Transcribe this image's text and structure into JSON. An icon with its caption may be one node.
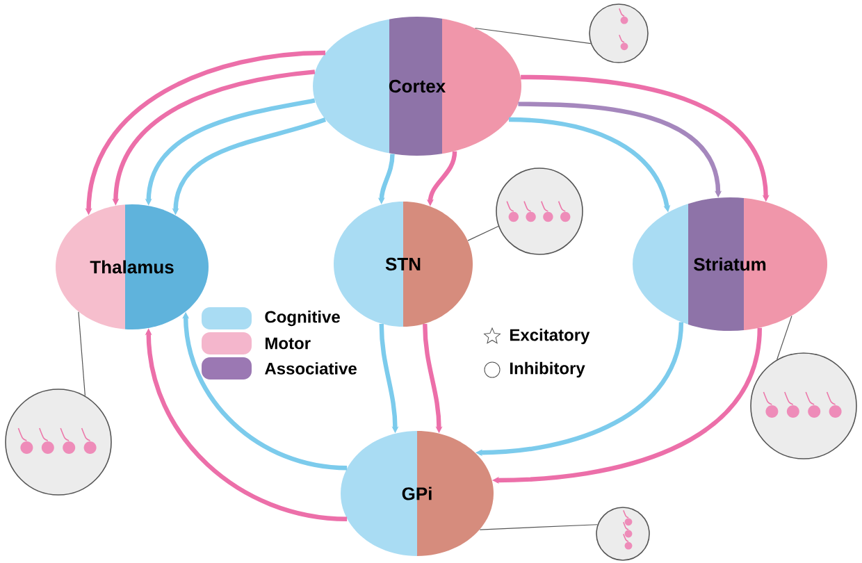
{
  "diagram": {
    "nodes": [
      {
        "text": [
          "Cortex"
        ]
      },
      {
        "text": [
          "Thalamus"
        ]
      },
      {
        "text": [
          "STN"
        ]
      },
      {
        "text": [
          "Striatum"
        ]
      },
      {
        "text": [
          "GPi"
        ]
      },
      {
        "text": [],
        "shape": "circle"
      },
      {
        "text": [],
        "shape": "circle"
      },
      {
        "text": [],
        "shape": "circle"
      },
      {
        "text": [],
        "shape": "circle"
      },
      {
        "text": [],
        "shape": "circle"
      }
    ],
    "edges": [
      {
        "from": 0,
        "to": 1,
        "arrow": "to",
        "color": "#ec6fa9"
      },
      {
        "from": 0,
        "to": 1,
        "arrow": "to",
        "color": "#ec6fa9"
      },
      {
        "from": 0,
        "to": 1,
        "arrow": "to",
        "color": "#7ccbec"
      },
      {
        "from": 0,
        "to": 1,
        "arrow": "to",
        "color": "#7ccbec"
      },
      {
        "from": 0,
        "to": 2,
        "arrow": "to",
        "color": "#7ccbec"
      },
      {
        "from": 0,
        "to": 2,
        "arrow": "to",
        "color": "#ec6fa9"
      },
      {
        "from": 0,
        "to": 3,
        "arrow": "to",
        "color": "#a587bd"
      },
      {
        "from": 0,
        "to": 3,
        "arrow": "to",
        "color": "#7ccbec"
      },
      {
        "from": 0,
        "to": 3,
        "arrow": "to",
        "color": "#ec6fa9"
      },
      {
        "from": 4,
        "to": 1,
        "arrow": "to",
        "color": "#ec6fa9"
      },
      {
        "from": 4,
        "to": 1,
        "arrow": "to",
        "color": "#7ccbec"
      },
      {
        "from": 2,
        "to": 4,
        "arrow": "to",
        "color": "#7ccbec"
      },
      {
        "from": 2,
        "to": 4,
        "arrow": "to",
        "color": "#ec6fa9"
      },
      {
        "from": 3,
        "to": 4,
        "arrow": "to",
        "color": "#7ccbec"
      },
      {
        "from": 3,
        "to": 4,
        "arrow": "to",
        "color": "#ec6fa9"
      },
      {
        "from": 0,
        "to": 5,
        "arrow": "none",
        "color": "#555555"
      },
      {
        "from": 2,
        "to": 6,
        "arrow": "none",
        "color": "#555555"
      },
      {
        "from": 1,
        "to": 7,
        "arrow": "none",
        "color": "#555555"
      },
      {
        "from": 3,
        "to": 8,
        "arrow": "none",
        "color": "#555555"
      },
      {
        "from": 4,
        "to": 9,
        "arrow": "none",
        "color": "#555555"
      }
    ],
    "legend": [
      {
        "text": "Cognitive",
        "color": "#a9dcf3"
      },
      {
        "text": "Motor",
        "color": "#f4b6cc"
      },
      {
        "text": "Associative",
        "color": "#9b78b3"
      },
      {
        "text": "Excitatory"
      },
      {
        "text": "Inhibitory"
      }
    ]
  }
}
